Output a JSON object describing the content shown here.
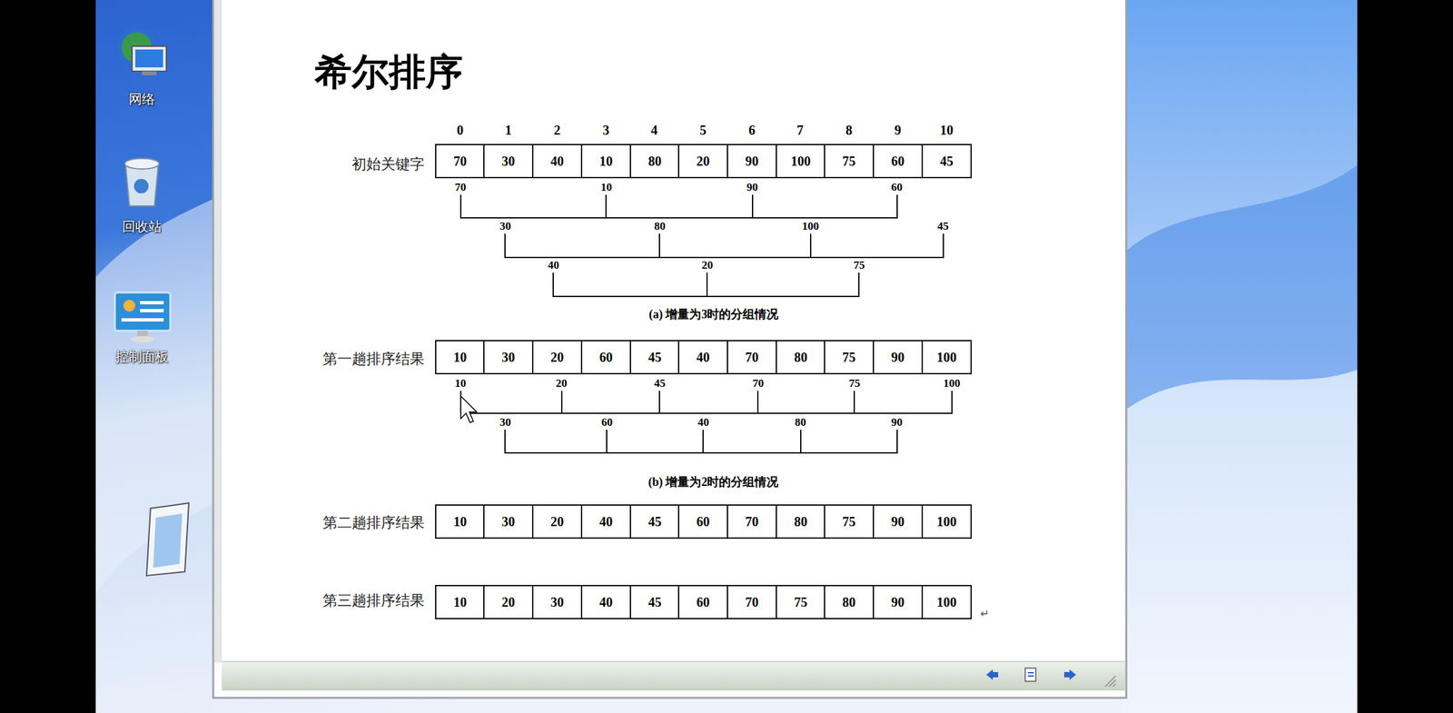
{
  "diagram": {
    "title": "希尔排序",
    "nodes": [
      {
        "text": [
          "70"
        ]
      },
      {
        "text": [
          "30"
        ]
      },
      {
        "text": [
          "40"
        ]
      },
      {
        "text": [
          "10"
        ]
      },
      {
        "text": [
          "80"
        ]
      },
      {
        "text": [
          "20"
        ]
      },
      {
        "text": [
          "90"
        ]
      },
      {
        "text": [
          "100"
        ]
      },
      {
        "text": [
          "75"
        ]
      },
      {
        "text": [
          "60"
        ]
      },
      {
        "text": [
          "45"
        ]
      },
      {
        "text": [
          "10"
        ]
      },
      {
        "text": [
          "30"
        ]
      },
      {
        "text": [
          "20"
        ]
      },
      {
        "text": [
          "60"
        ]
      },
      {
        "text": [
          "45"
        ]
      },
      {
        "text": [
          "40"
        ]
      },
      {
        "text": [
          "70"
        ]
      },
      {
        "text": [
          "80"
        ]
      },
      {
        "text": [
          "75"
        ]
      },
      {
        "text": [
          "90"
        ]
      },
      {
        "text": [
          "100"
        ]
      },
      {
        "text": [
          "10"
        ]
      },
      {
        "text": [
          "30"
        ]
      },
      {
        "text": [
          "20"
        ]
      },
      {
        "text": [
          "40"
        ]
      },
      {
        "text": [
          "45"
        ]
      },
      {
        "text": [
          "60"
        ]
      },
      {
        "text": [
          "70"
        ]
      },
      {
        "text": [
          "80"
        ]
      },
      {
        "text": [
          "75"
        ]
      },
      {
        "text": [
          "90"
        ]
      },
      {
        "text": [
          "100"
        ]
      },
      {
        "text": [
          "10"
        ]
      },
      {
        "text": [
          "20"
        ]
      },
      {
        "text": [
          "30"
        ]
      },
      {
        "text": [
          "40"
        ]
      },
      {
        "text": [
          "45"
        ]
      },
      {
        "text": [
          "60"
        ]
      },
      {
        "text": [
          "70"
        ]
      },
      {
        "text": [
          "75"
        ]
      },
      {
        "text": [
          "80"
        ]
      },
      {
        "text": [
          "90"
        ]
      },
      {
        "text": [
          "100"
        ]
      }
    ],
    "labels": [
      "网络",
      "回收站",
      "控制面板",
      "0",
      "1",
      "2",
      "3",
      "4",
      "5",
      "6",
      "7",
      "8",
      "9",
      "10",
      "初始关键字",
      "70",
      "10",
      "90",
      "60",
      "30",
      "80",
      "100",
      "45",
      "40",
      "20",
      "75",
      "(a) 增量为3时的分组情况",
      "第一趟排序结果",
      "10",
      "20",
      "45",
      "70",
      "75",
      "100",
      "30",
      "60",
      "40",
      "80",
      "90",
      "(b) 增量为2时的分组情况",
      "第二趟排序结果",
      "第三趟排序结果",
      "↵"
    ]
  }
}
